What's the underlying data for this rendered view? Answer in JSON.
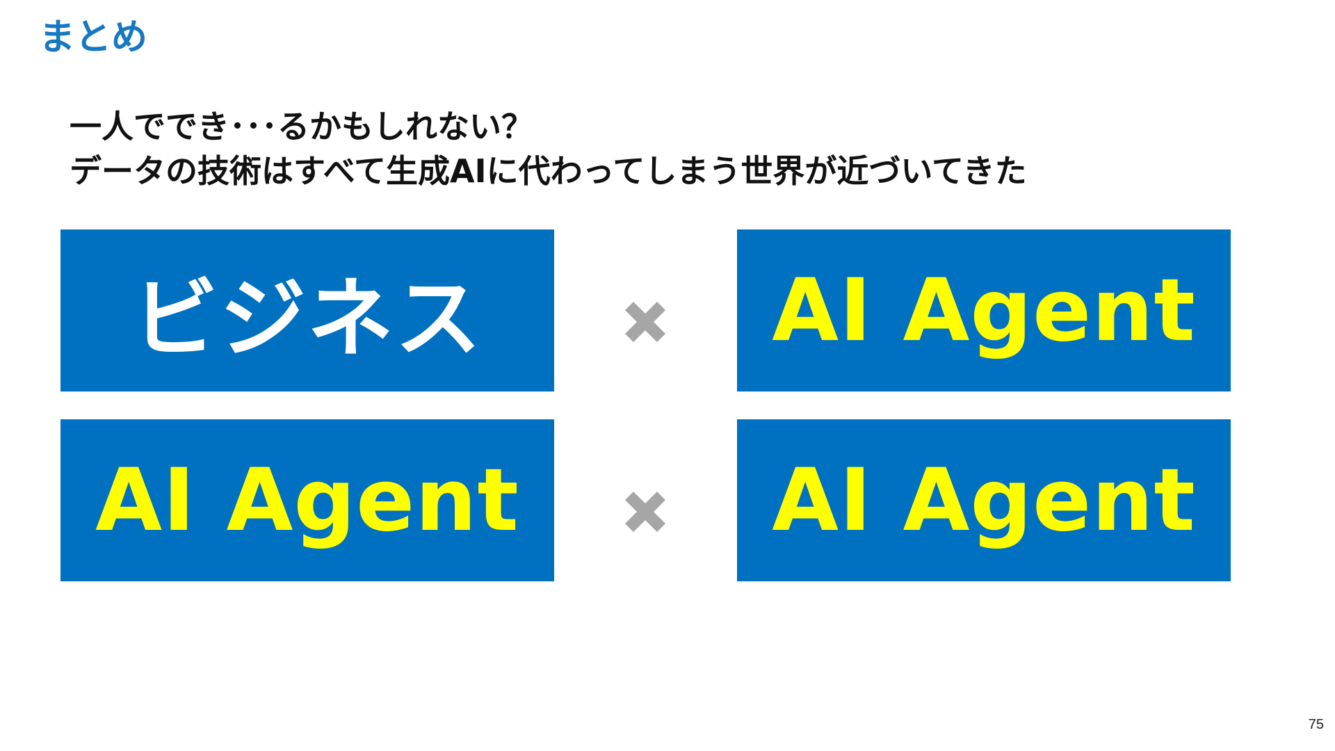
{
  "slide": {
    "title": "まとめ",
    "subtitle_line1": "一人ででき･･･るかもしれない？",
    "subtitle_line2": "データの技術はすべて生成AIに代わってしまう世界が近づいてきた",
    "boxes": {
      "top_left": "ビジネス",
      "top_right": "AI Agent",
      "bottom_left": "AI Agent",
      "bottom_right": "AI Agent"
    },
    "page_number": "75"
  },
  "colors": {
    "title": "#1578c2",
    "box_background": "#0070c0",
    "box_text_white": "#ffffff",
    "box_text_yellow": "#ffff00",
    "multiply_sign": "#a6a6a6"
  },
  "icons": {
    "multiply": "multiply-sign-icon"
  }
}
